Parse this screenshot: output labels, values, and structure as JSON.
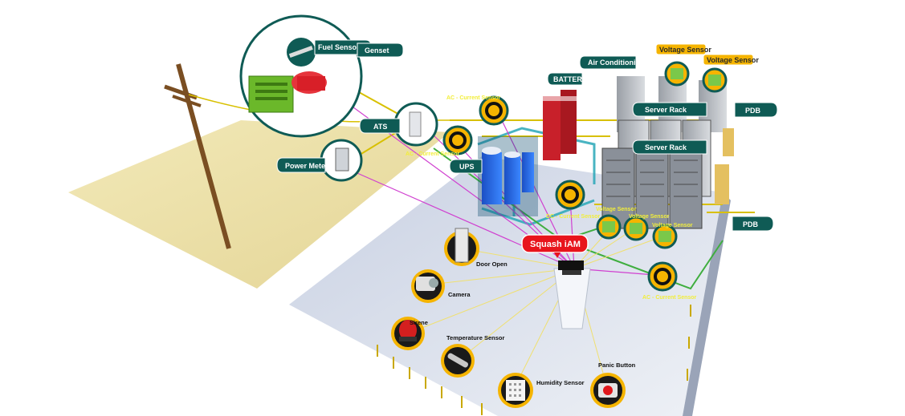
{
  "labels": {
    "fuel_sensor": "Fuel Sensor",
    "genset": "Genset",
    "ats": "ATS",
    "power_meter": "Power Meter",
    "ac_current_sensor": "AC - Current Sensor",
    "dc_current_sensor": "DC - Current Sensor",
    "ups": "UPS",
    "battery": "BATTERY",
    "air_conditioning": "Air Conditioning",
    "voltage_sensor": "Voltage Sensor",
    "server_rack": "Server Rack",
    "pdb": "PDB",
    "squash": "Squash iAM",
    "door_open": "Door Open",
    "camera": "Camera",
    "sirene": "Sirene",
    "temperature_sensor": "Temperature Sensor",
    "humidity_sensor": "Humidity Sensor",
    "panic_button": "Panic Button"
  },
  "colors": {
    "callout_teal": "#0f5b55",
    "callout_border": "#ffffff",
    "sensor_ring": "#f5b400",
    "floor_left": "#e9dca0",
    "floor_right": "#d7dde8",
    "pipe_teal": "#2aa8b8",
    "wire_yellow": "#e8c800",
    "wire_pink": "#d040d0",
    "brand_red": "#e8141c"
  }
}
